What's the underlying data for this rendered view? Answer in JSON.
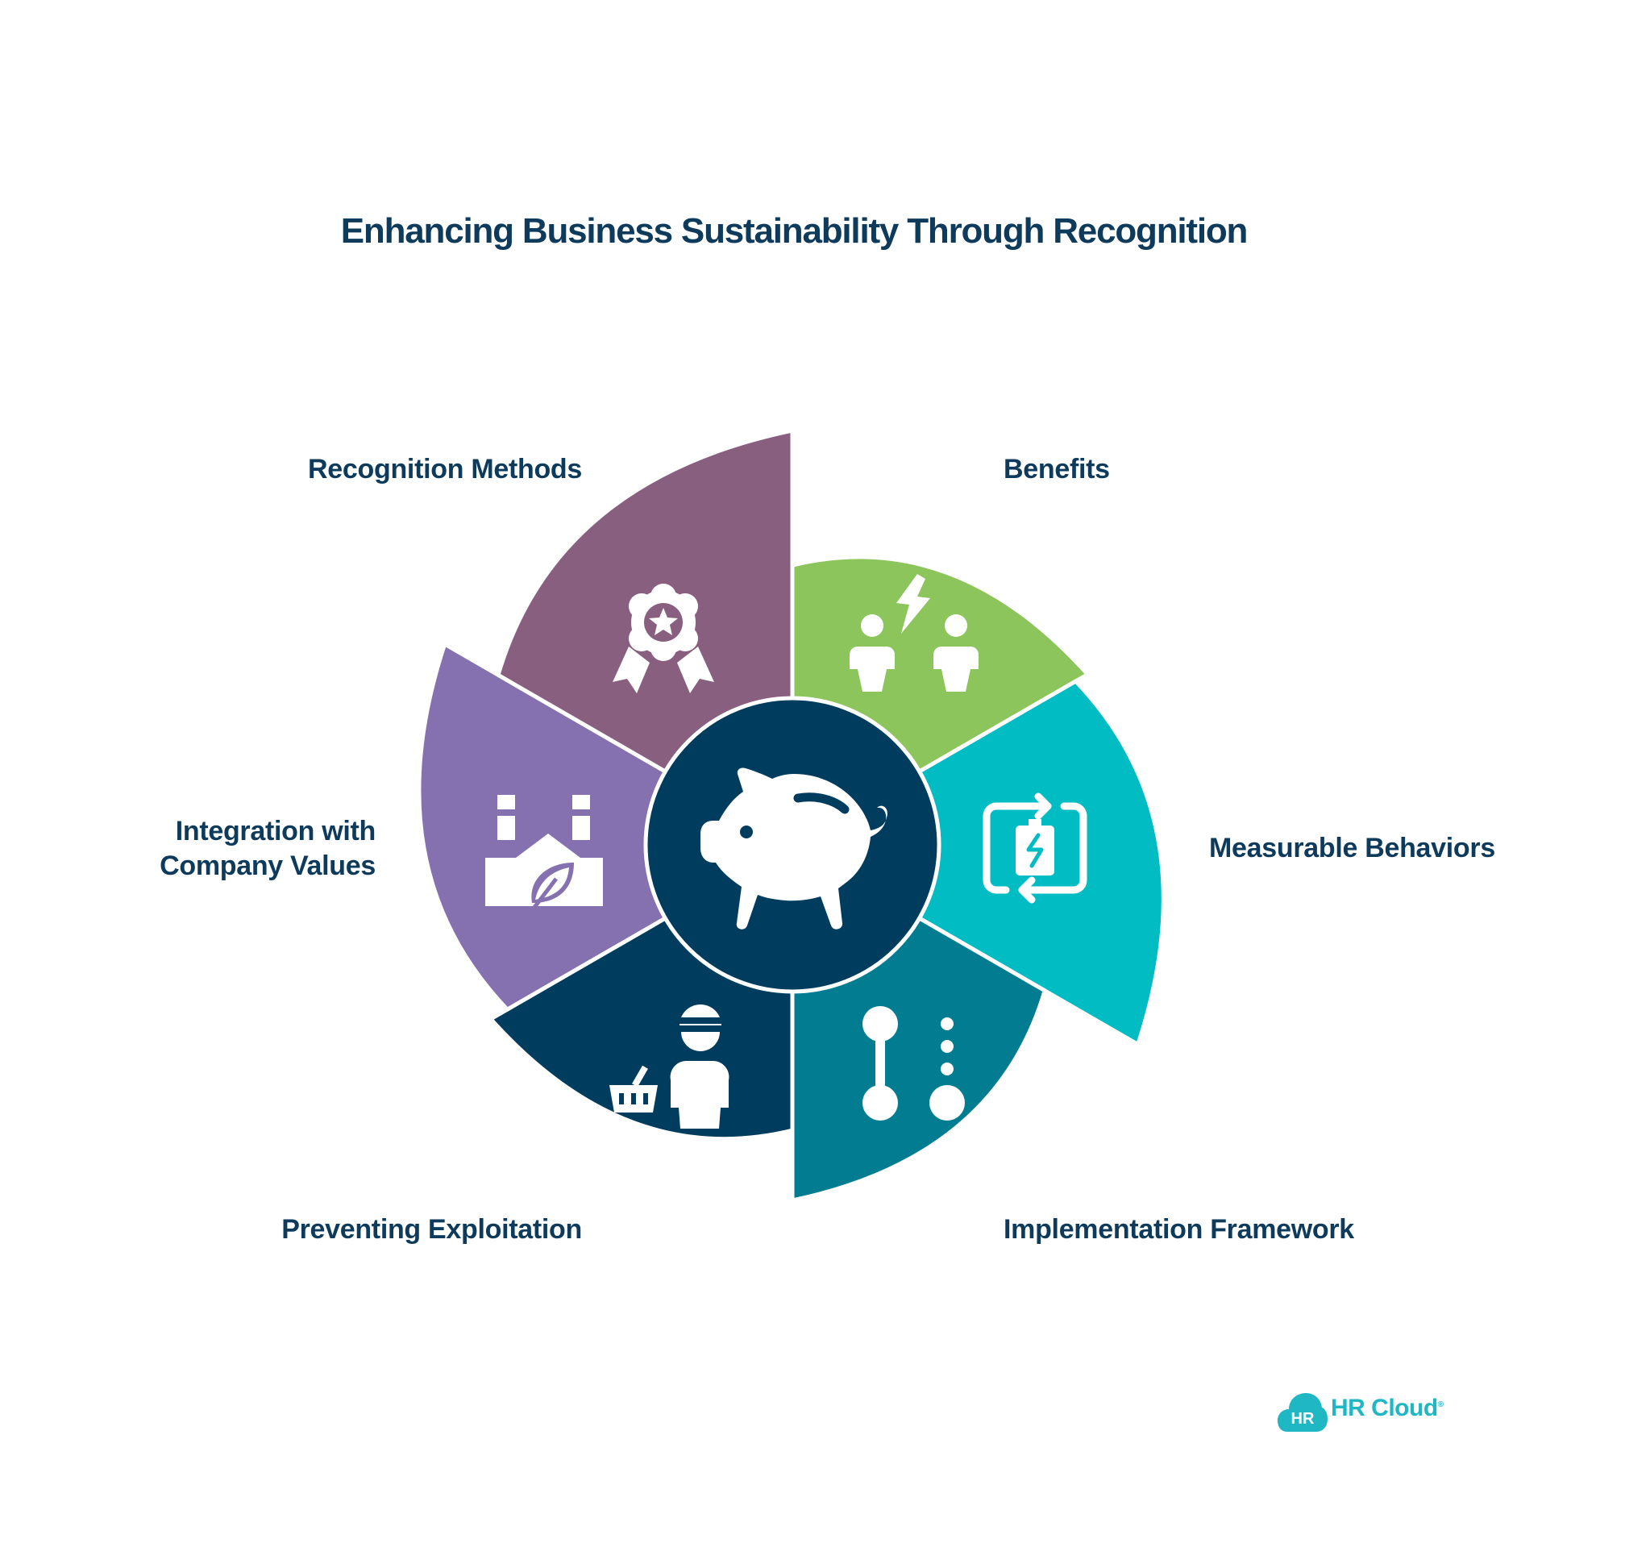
{
  "title": "Enhancing Business Sustainability Through Recognition",
  "segments": [
    {
      "id": "benefits",
      "label": "Benefits",
      "color": "#8dc55d",
      "icon": "two-people-energy-icon"
    },
    {
      "id": "measurable-behaviors",
      "label": "Measurable Behaviors",
      "color": "#02bcc4",
      "icon": "battery-cycle-icon"
    },
    {
      "id": "implementation-framework",
      "label": "Implementation Framework",
      "color": "#017c91",
      "icon": "step-nodes-icon"
    },
    {
      "id": "preventing-exploitation",
      "label": "Preventing Exploitation",
      "color": "#003c5e",
      "icon": "worker-basket-icon"
    },
    {
      "id": "integration-values",
      "label_lines": [
        "Integration with",
        "Company Values"
      ],
      "color": "#8570b0",
      "icon": "eco-factory-icon"
    },
    {
      "id": "recognition-methods",
      "label": "Recognition Methods",
      "color": "#885f7f",
      "icon": "award-ribbon-icon"
    }
  ],
  "center": {
    "color": "#003c5e",
    "icon": "piggy-bank-icon"
  },
  "logo": {
    "badge": "HR",
    "name": "HR Cloud",
    "mark": "®",
    "color": "#20b7c4"
  }
}
